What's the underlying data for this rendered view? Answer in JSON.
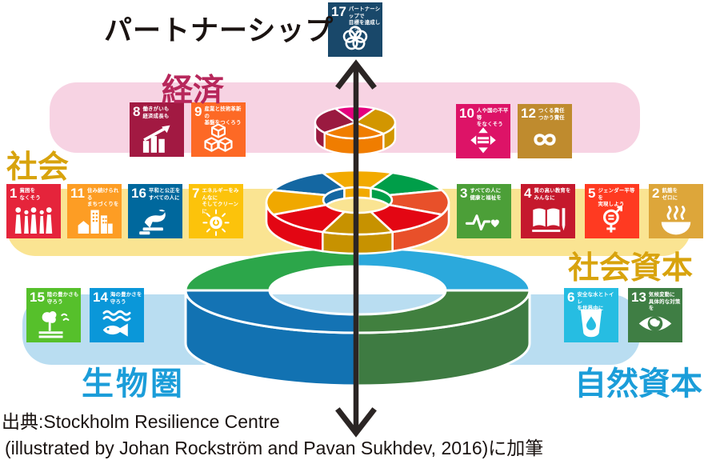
{
  "partnership": {
    "label": "パートナーシップ"
  },
  "bands": {
    "economy": {
      "label": "経済"
    },
    "society": {
      "label": "社会",
      "capital_label": "社会資本"
    },
    "biosphere": {
      "label": "生物圏",
      "capital_label": "自然資本"
    }
  },
  "source": {
    "line1": "出典:Stockholm Resilience Centre",
    "line2": "(illustrated by Johan Rockström and Pavan Sukhdev, 2016)に加筆"
  },
  "colors": {
    "economy_band": "#F7D3E3",
    "society_band": "#FAE492",
    "biosphere_band": "#B9DDF1",
    "economy_label": "#B7275B",
    "society_label": "#D8A30D",
    "biosphere_label": "#1B9DD9",
    "title": "#1A1311",
    "source_text": "#1A1311",
    "arrow": "#2B2524"
  },
  "cake": {
    "bottom": {
      "back_left": "#2CA64A",
      "back_right": "#2BA9DC",
      "front_left": "#1473B4",
      "front_right": "#41803F",
      "side_left": "#1272B2",
      "side_right": "#3E7B42"
    },
    "middle": {
      "back_left": "#1467A2",
      "back": "#F2AA00",
      "back_right": "#009E49",
      "right": "#E8502A",
      "front_right": "#E30613",
      "front": "#C79200",
      "front_left": "#E30613",
      "left": "#F0A800",
      "side_left": "#E30613",
      "side_front": "#C79200",
      "side_right": "#E8502A",
      "wall_left": "#1467A2",
      "wall_back": "#F2AA00",
      "wall_right": "#009E49"
    },
    "top": {
      "back": "#E4007D",
      "right": "#D29600",
      "front": "#F07D00",
      "left": "#9A1A40",
      "side_left": "#9A1A40",
      "side_front": "#F07D00",
      "side_right": "#D29600"
    }
  },
  "goals": {
    "1": {
      "num": "1",
      "label": [
        "貧困を",
        "なくそう"
      ],
      "color": "#E5243B",
      "glyph": "people-icon"
    },
    "2": {
      "num": "2",
      "label": [
        "飢餓を",
        "ゼロに"
      ],
      "color": "#DDA63A",
      "glyph": "bowl-steam-icon"
    },
    "3": {
      "num": "3",
      "label": [
        "すべての人に",
        "健康と福祉を"
      ],
      "color": "#4C9F38",
      "glyph": "ekg-heart-icon"
    },
    "4": {
      "num": "4",
      "label": [
        "質の高い教育を",
        "みんなに"
      ],
      "color": "#C5192D",
      "glyph": "book-pencil-icon"
    },
    "5": {
      "num": "5",
      "label": [
        "ジェンダー平等を",
        "実現しよう"
      ],
      "color": "#FF3A21",
      "glyph": "gender-equality-icon"
    },
    "6": {
      "num": "6",
      "label": [
        "安全な水とトイレ",
        "を世界中に"
      ],
      "color": "#26BDE2",
      "glyph": "water-drop-icon"
    },
    "7": {
      "num": "7",
      "label": [
        "エネルギーをみんなに",
        "そしてクリーンに"
      ],
      "color": "#FCC30B",
      "glyph": "sun-energy-icon"
    },
    "8": {
      "num": "8",
      "label": [
        "働きがいも",
        "経済成長も"
      ],
      "color": "#A21942",
      "glyph": "growth-chart-icon"
    },
    "9": {
      "num": "9",
      "label": [
        "産業と技術革新の",
        "基盤をつくろう"
      ],
      "color": "#FD6925",
      "glyph": "cubes-icon"
    },
    "10": {
      "num": "10",
      "label": [
        "人や国の不平等",
        "をなくそう"
      ],
      "color": "#DD1367",
      "glyph": "equality-triangles-icon"
    },
    "11": {
      "num": "11",
      "label": [
        "住み続けられる",
        "まちづくりを"
      ],
      "color": "#FD9D24",
      "glyph": "city-icon"
    },
    "12": {
      "num": "12",
      "label": [
        "つくる責任",
        "つかう責任"
      ],
      "color": "#BF8B2E",
      "glyph": "infinity-icon"
    },
    "13": {
      "num": "13",
      "label": [
        "気候変動に",
        "具体的な対策を"
      ],
      "color": "#3F7E44",
      "glyph": "eye-globe-icon"
    },
    "14": {
      "num": "14",
      "label": [
        "海の豊かさを",
        "守ろう"
      ],
      "color": "#0A97D9",
      "glyph": "fish-icon"
    },
    "15": {
      "num": "15",
      "label": [
        "陸の豊かさも",
        "守ろう"
      ],
      "color": "#56C02B",
      "glyph": "tree-birds-icon"
    },
    "16": {
      "num": "16",
      "label": [
        "平和と公正を",
        "すべての人に"
      ],
      "color": "#00689D",
      "glyph": "dove-gavel-icon"
    },
    "17": {
      "num": "17",
      "label": [
        "パートナーシップで",
        "目標を達成しよう"
      ],
      "color": "#19486A",
      "glyph": "sdg-wheel-icon"
    }
  },
  "layout_groups": {
    "partnership": [
      "17"
    ],
    "economy-left": [
      "8",
      "9"
    ],
    "economy-right": [
      "10",
      "12"
    ],
    "society-left": [
      "1",
      "11",
      "16",
      "7"
    ],
    "society-right": [
      "3",
      "4",
      "5",
      "2"
    ],
    "biosphere-left": [
      "15",
      "14"
    ],
    "biosphere-right": [
      "6",
      "13"
    ]
  }
}
